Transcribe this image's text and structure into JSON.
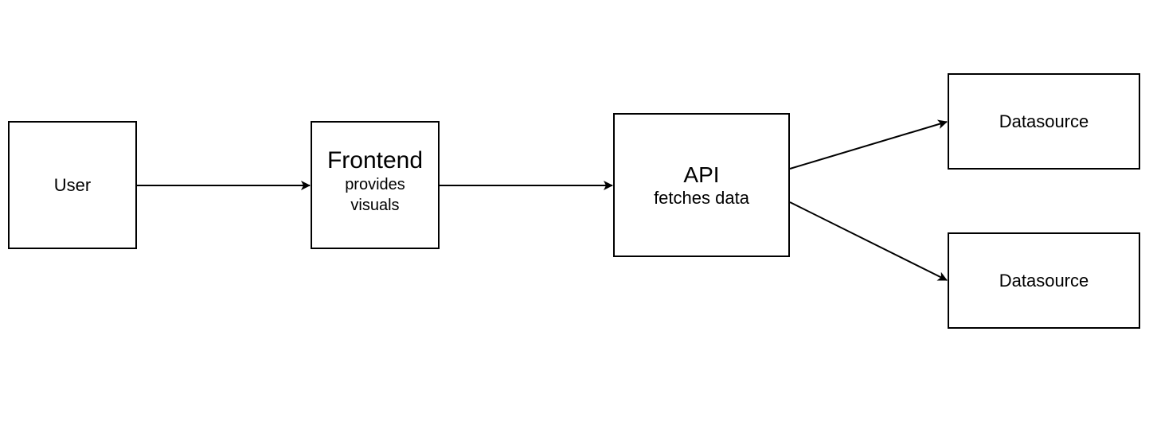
{
  "nodes": {
    "user": {
      "label": "User"
    },
    "frontend": {
      "title": "Frontend",
      "line1": "provides",
      "line2": "visuals"
    },
    "api": {
      "title": "API",
      "subtitle": "fetches data"
    },
    "datasource_top": {
      "label": "Datasource"
    },
    "datasource_bottom": {
      "label": "Datasource"
    }
  },
  "edges": [
    {
      "from": "User",
      "to": "Frontend"
    },
    {
      "from": "Frontend",
      "to": "API"
    },
    {
      "from": "API",
      "to": "Datasource (top)"
    },
    {
      "from": "API",
      "to": "Datasource (bottom)"
    }
  ],
  "colors": {
    "stroke": "#000000",
    "fill": "#ffffff",
    "text": "#000000"
  }
}
